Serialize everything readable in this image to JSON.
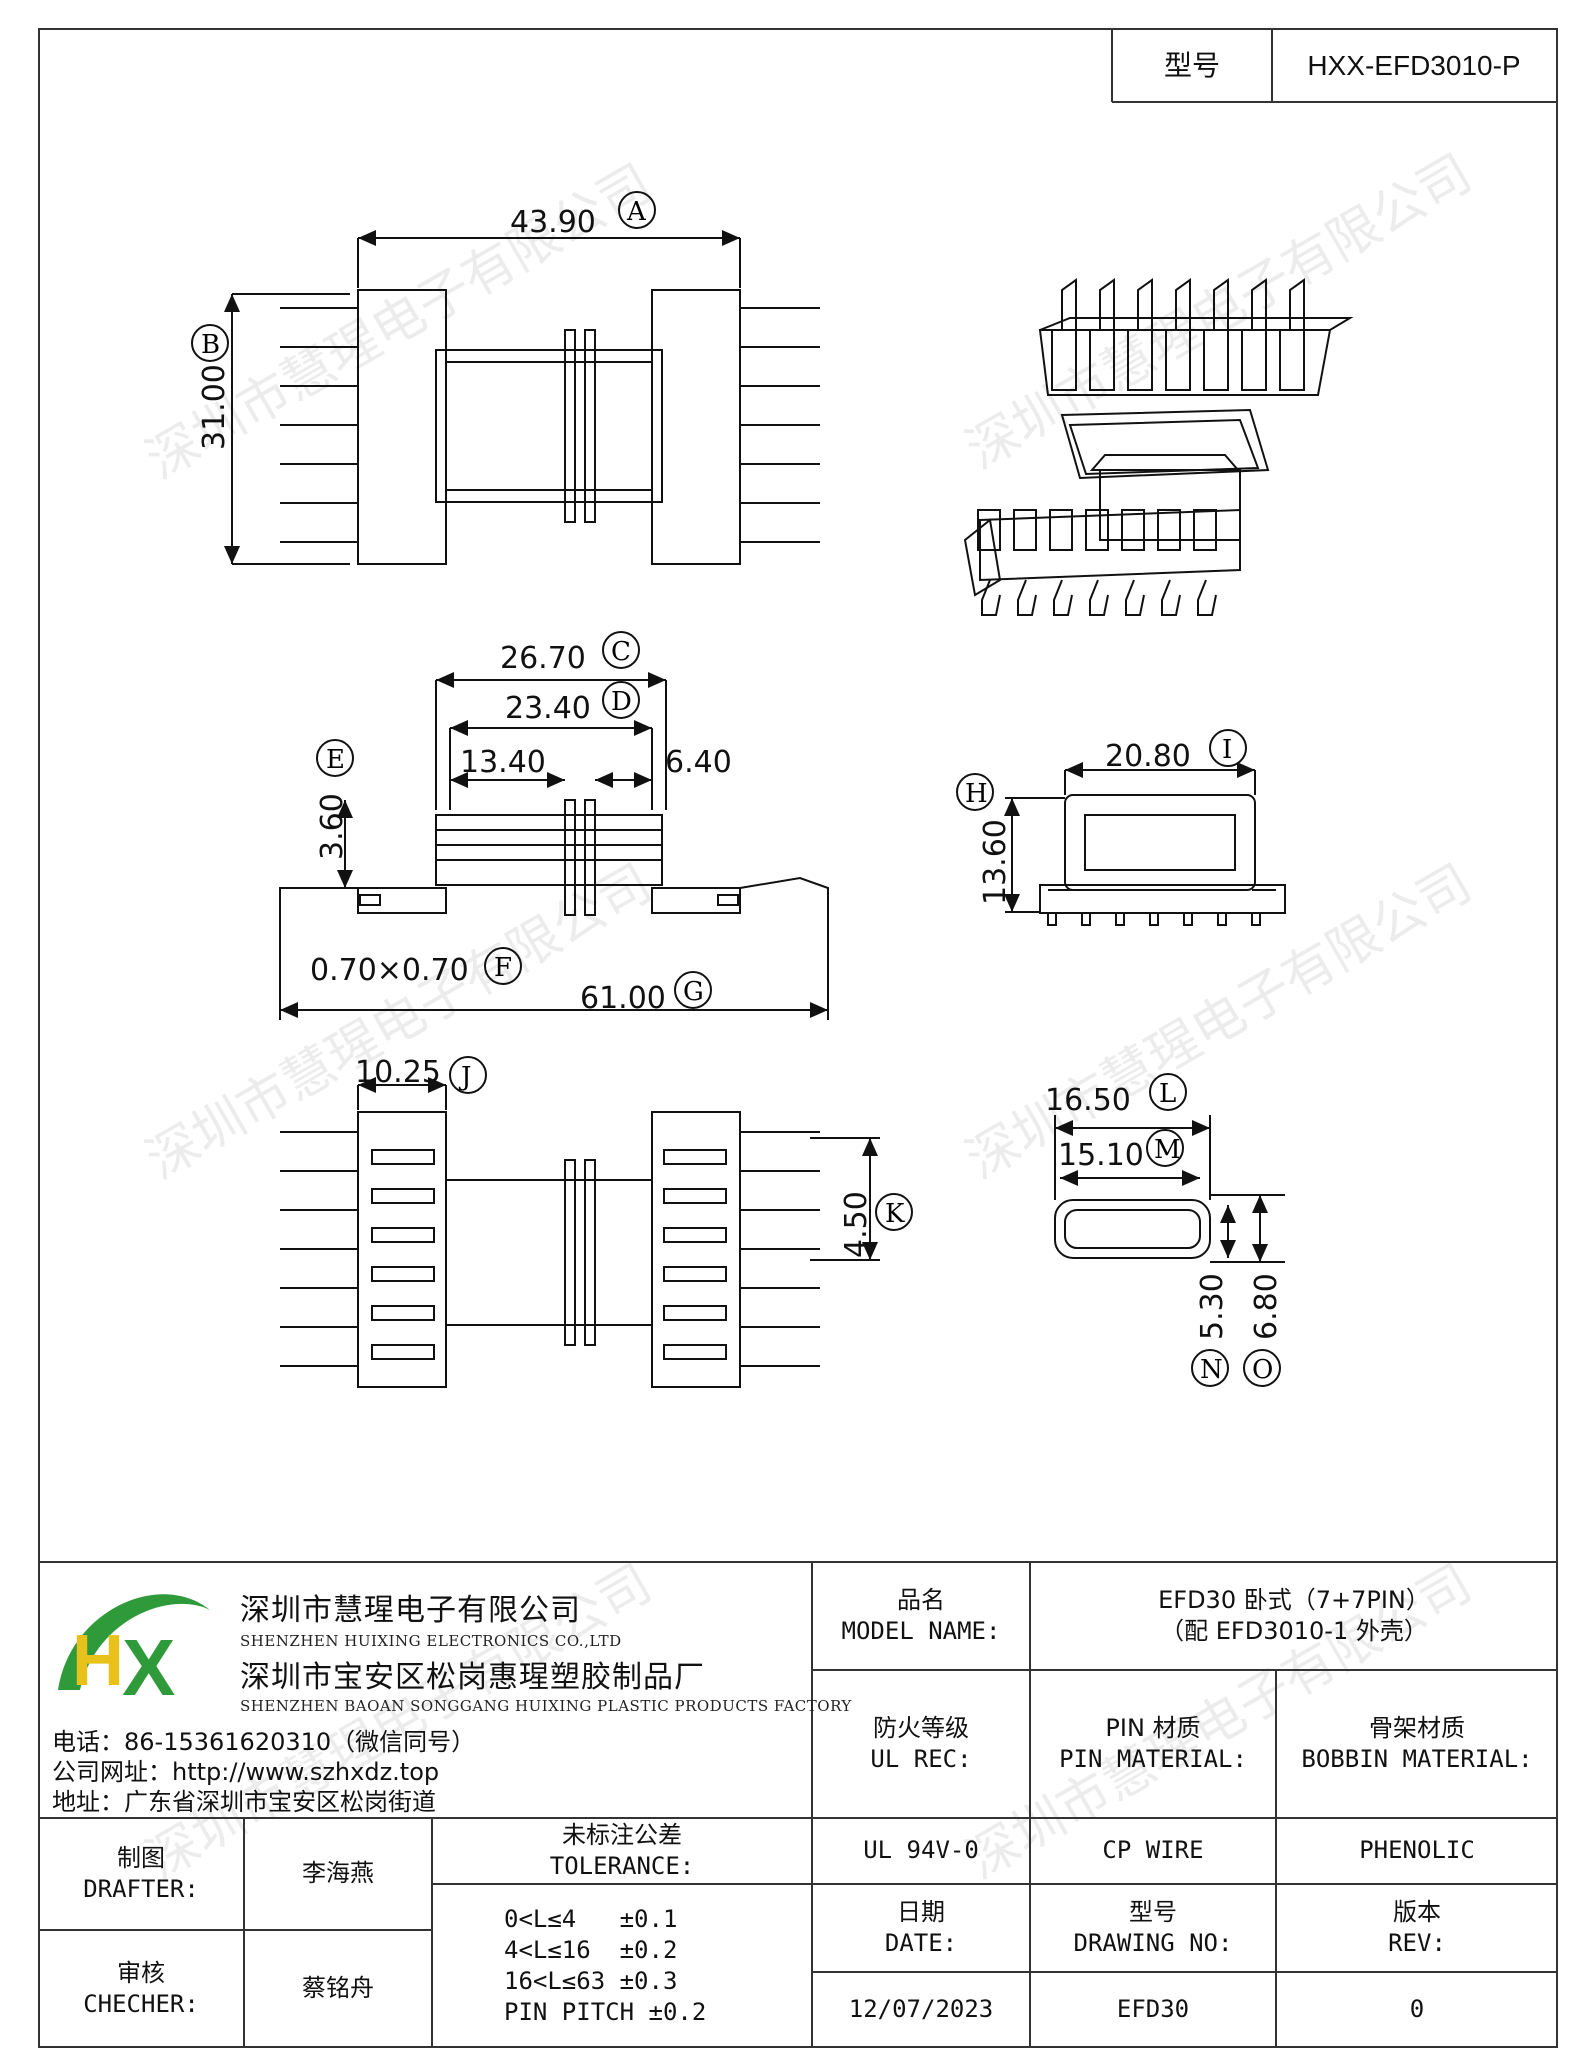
{
  "header": {
    "model_label": "型号",
    "model_value": "HXX-EFD3010-P"
  },
  "dimensions": {
    "A": {
      "value": "43.90",
      "mark": "A"
    },
    "B": {
      "value": "31.00",
      "mark": "B"
    },
    "C": {
      "value": "26.70",
      "mark": "C"
    },
    "D": {
      "value": "23.40",
      "mark": "D"
    },
    "E": {
      "value": "3.60",
      "mark": "E"
    },
    "F": {
      "value": "0.70×0.70",
      "mark": "F"
    },
    "G": {
      "value": "61.00",
      "mark": "G"
    },
    "H": {
      "value": "13.60",
      "mark": "H"
    },
    "I": {
      "value": "20.80",
      "mark": "I"
    },
    "J": {
      "value": "10.25",
      "mark": "J"
    },
    "K": {
      "value": "4.50",
      "mark": "K"
    },
    "L": {
      "value": "16.50",
      "mark": "L"
    },
    "M": {
      "value": "15.10",
      "mark": "M"
    },
    "N": {
      "value": "5.30",
      "mark": "N"
    },
    "O": {
      "value": "6.80",
      "mark": "O"
    },
    "mid1": "13.40",
    "mid2": "6.40"
  },
  "watermark": "深圳市慧瑆电子有限公司",
  "company": {
    "name_cn_1": "深圳市慧瑆电子有限公司",
    "name_en_1": "SHENZHEN HUIXING ELECTRONICS CO.,LTD",
    "name_cn_2": "深圳市宝安区松岗惠瑆塑胶制品厂",
    "name_en_2": "SHENZHEN BAOAN SONGGANG HUIXING PLASTIC PRODUCTS FACTORY",
    "phone": "电话：86-15361620310（微信同号）",
    "website": "公司网址：http://www.szhxdz.top",
    "address": "地址：广东省深圳市宝安区松岗街道",
    "logo_letters": "HX",
    "logo_green": "#2f9a3a",
    "logo_yellow": "#e8c21a"
  },
  "title_block": {
    "model_name_cn": "品名",
    "model_name_en": "MODEL NAME:",
    "model_name_value_1": "EFD30 卧式（7+7PIN）",
    "model_name_value_2": "（配 EFD3010-1 外壳）",
    "ul_cn": "防火等级",
    "ul_en": "UL REC:",
    "pin_cn": "PIN 材质",
    "pin_en": "PIN MATERIAL:",
    "bobbin_cn": "骨架材质",
    "bobbin_en": "BOBBIN MATERIAL:",
    "ul_value": "UL 94V-0",
    "pin_value": "CP WIRE",
    "bobbin_value": "PHENOLIC",
    "drafter_cn": "制图",
    "drafter_en": "DRAFTER:",
    "drafter_name": "李海燕",
    "checker_cn": "审核",
    "checker_en": "CHECHER:",
    "checker_name": "蔡铭舟",
    "tol_cn": "未标注公差",
    "tol_en": "TOLERANCE:",
    "tol_lines": [
      "0<L≤4   ±0.1",
      "4<L≤16  ±0.2",
      "16<L≤63 ±0.3",
      "PIN PITCH ±0.2"
    ],
    "date_cn": "日期",
    "date_en": "DATE:",
    "date_value": "12/07/2023",
    "drawing_cn": "型号",
    "drawing_en": "DRAWING NO:",
    "drawing_value": "EFD30",
    "rev_cn": "版本",
    "rev_en": "REV:",
    "rev_value": "0"
  }
}
